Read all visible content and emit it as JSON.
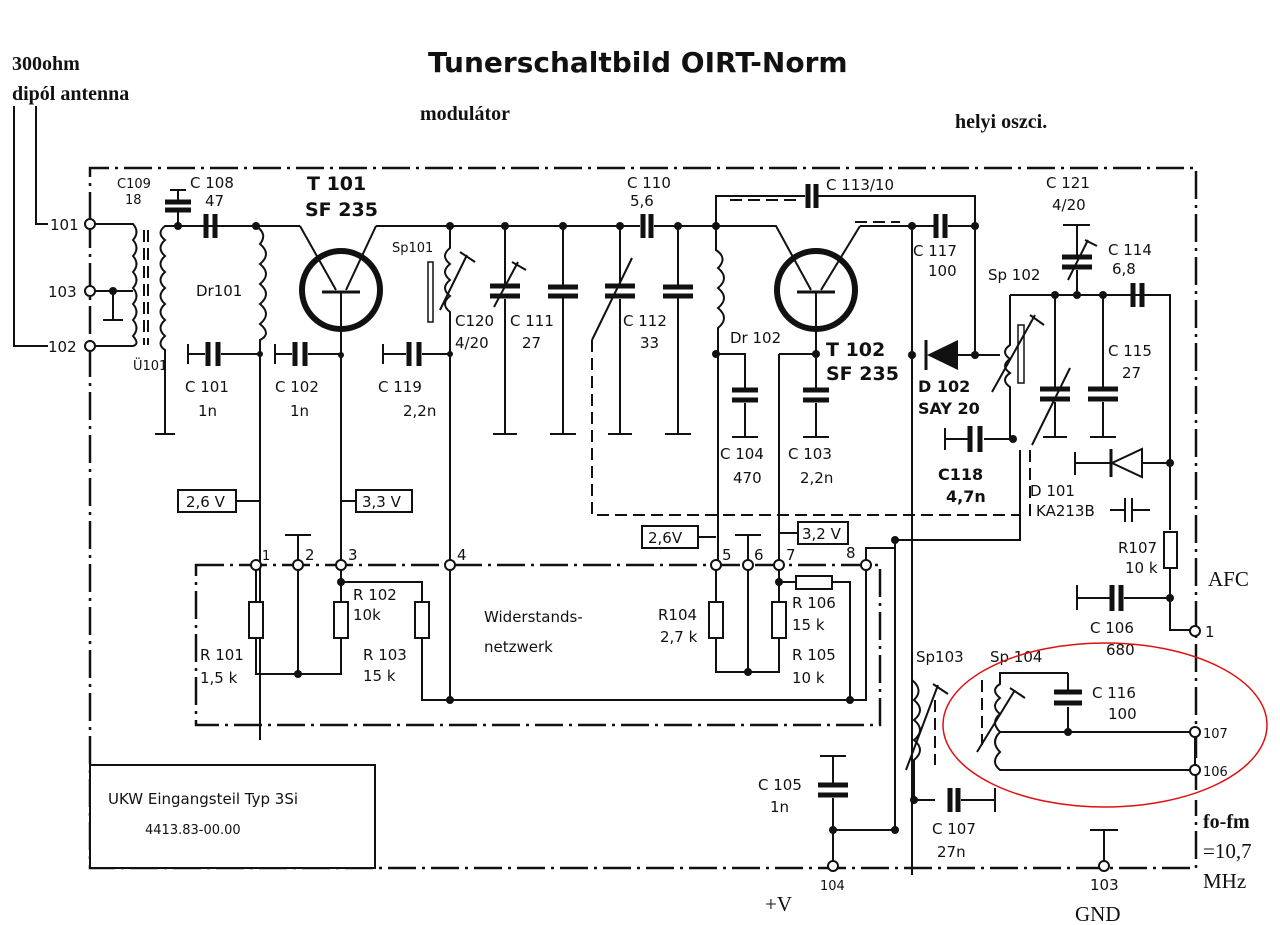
{
  "title": "Tunerschaltbild OIRT-Norm",
  "annotations": {
    "antenna_line1": "300ohm",
    "antenna_line2": "dipól antenna",
    "modulator": "modulátor",
    "local_osc": "helyi oszci.",
    "afc": "AFC",
    "supply": "+V",
    "ground": "GND",
    "if_line1": "fo-fm",
    "if_line2": "=10,7",
    "if_line3": "MHz"
  },
  "title_block": {
    "line1": "UKW Eingangsteil   Typ 3Si",
    "line2": "4413.83-00.00"
  },
  "terminals": {
    "t101": "101",
    "t103": "103",
    "t102": "102",
    "t104": "104",
    "t103b": "103",
    "t107": "107",
    "t106": "106",
    "afc1": "1"
  },
  "network_pins": [
    "1",
    "2",
    "3",
    "4",
    "5",
    "6",
    "7",
    "8"
  ],
  "network_label": [
    "Widerstands-",
    "netzwerk"
  ],
  "voltages": {
    "v1": "2,6 V",
    "v2": "3,3 V",
    "v3": "2,6V",
    "v4": "3,2 V"
  },
  "transistors": [
    {
      "ref": "T 101",
      "type": "SF 235"
    },
    {
      "ref": "T 102",
      "type": "SF 235"
    }
  ],
  "diodes": [
    {
      "ref": "D 102",
      "type": "SAY 20"
    },
    {
      "ref": "D 101",
      "type": "KA213B"
    }
  ],
  "capacitors": {
    "c109": {
      "ref": "C109",
      "value": "18"
    },
    "c108": {
      "ref": "C 108",
      "value": "47"
    },
    "c101": {
      "ref": "C 101",
      "value": "1n"
    },
    "c102": {
      "ref": "C 102",
      "value": "1n"
    },
    "c119": {
      "ref": "C 119",
      "value": "2,2n"
    },
    "c120": {
      "ref": "C120",
      "value": "4/20"
    },
    "c111": {
      "ref": "C 111",
      "value": "27"
    },
    "c110": {
      "ref": "C 110",
      "value": "5,6"
    },
    "c112": {
      "ref": "C 112",
      "value": "33"
    },
    "c113": {
      "ref": "C 113/10",
      "value": ""
    },
    "c104": {
      "ref": "C 104",
      "value": "470"
    },
    "c103": {
      "ref": "C 103",
      "value": "2,2n"
    },
    "c117": {
      "ref": "C 117",
      "value": "100"
    },
    "c118": {
      "ref": "C118",
      "value": "4,7n"
    },
    "c121": {
      "ref": "C 121",
      "value": "4/20"
    },
    "c114": {
      "ref": "C 114",
      "value": "6,8"
    },
    "c115": {
      "ref": "C 115",
      "value": "27"
    },
    "c106": {
      "ref": "C 106",
      "value": "680"
    },
    "c116": {
      "ref": "C 116",
      "value": "100"
    },
    "c105": {
      "ref": "C 105",
      "value": "1n"
    },
    "c107": {
      "ref": "C 107",
      "value": "27n"
    }
  },
  "resistors": {
    "r101": {
      "ref": "R 101",
      "value": "1,5 k"
    },
    "r102": {
      "ref": "R 102",
      "value": "10k"
    },
    "r103": {
      "ref": "R 103",
      "value": "15 k"
    },
    "r104": {
      "ref": "R104",
      "value": "2,7 k"
    },
    "r105": {
      "ref": "R 105",
      "value": "10 k"
    },
    "r106": {
      "ref": "R 106",
      "value": "15 k"
    },
    "r107": {
      "ref": "R107",
      "value": "10 k"
    }
  },
  "inductors": {
    "u101": "Ü101",
    "dr101": "Dr101",
    "dr102": "Dr 102",
    "sp101": "Sp101",
    "sp102": "Sp 102",
    "sp103": "Sp103",
    "sp104": "Sp 104"
  },
  "highlight_color": "#e01010"
}
